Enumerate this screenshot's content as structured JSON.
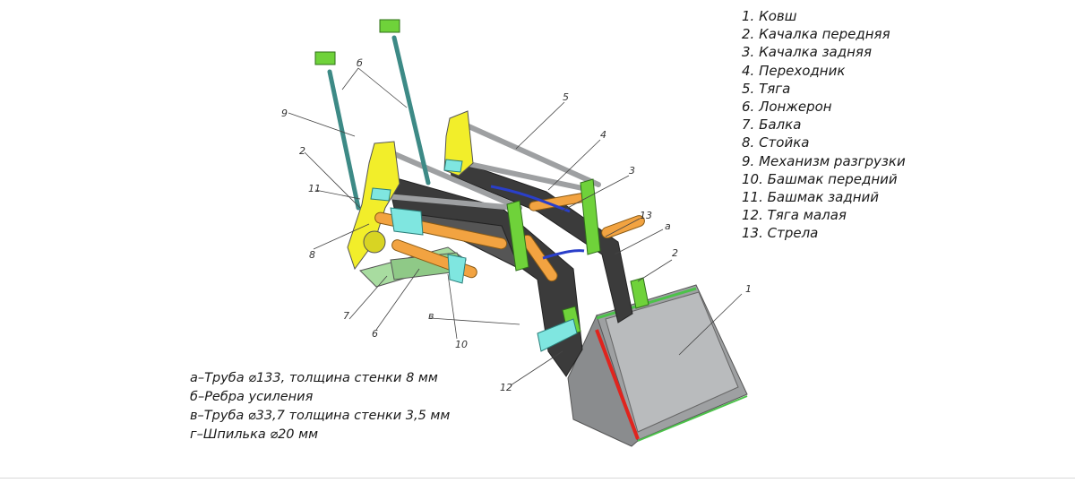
{
  "legend": [
    "1. Ковш",
    "2. Качалка передняя",
    "3. Качалка задняя",
    "4. Переходник",
    "5. Тяга",
    "6. Лонжерон",
    "7. Балка",
    "8. Стойка",
    "9. Механизм разгрузки",
    "10. Башмак передний",
    "11. Башмак задний",
    "12. Тяга малая",
    "13. Стрела"
  ],
  "notes": [
    "а–Труба ⌀133, толщина стенки 8 мм",
    "б–Ребра усиления",
    "в–Труба ⌀33,7 толщина стенки 3,5 мм",
    "г–Шпилька ⌀20 мм"
  ],
  "callouts": {
    "n1": "1",
    "n2a": "2",
    "n2b": "2",
    "n3": "3",
    "n4": "4",
    "n5": "5",
    "n6": "6",
    "n7": "7",
    "n8": "8",
    "n9": "9",
    "n10": "10",
    "n11": "11",
    "n12": "12",
    "n13": "13",
    "a": "а",
    "b": "б",
    "v": "в"
  },
  "colors": {
    "frame_yellow": "#f2ee2a",
    "green_rocker": "#6fd23a",
    "cyan_part": "#7fe6e0",
    "dark_boom": "#3b3b3b",
    "bucket_grey": "#9a9c9e",
    "cylinder_orange": "#f2a341",
    "blue_hose": "#2a3fc9",
    "tube_grey": "#b8babc",
    "bucket_edge_red": "#e0241e"
  }
}
